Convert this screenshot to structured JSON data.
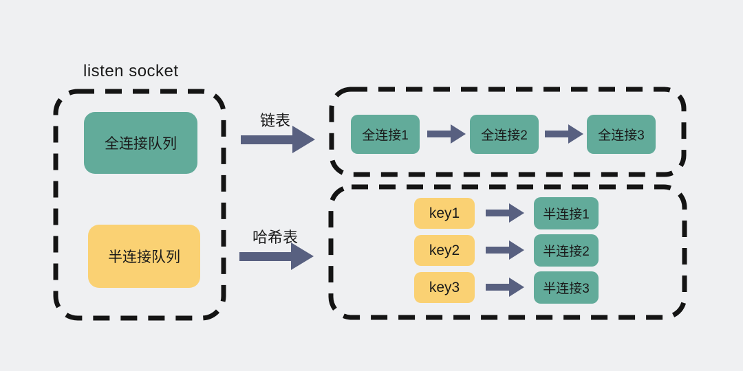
{
  "colors": {
    "background": "#EFF0F2",
    "green": "#62AB9A",
    "yellow": "#FAD173",
    "arrow": "#586080",
    "dash": "#141414",
    "text": "#1A1A1A"
  },
  "title": "listen socket",
  "listen_socket_box": {
    "full_queue": "全连接队列",
    "half_queue": "半连接队列"
  },
  "linked_list": {
    "arrow_label": "链表",
    "nodes": [
      "全连接1",
      "全连接2",
      "全连接3"
    ]
  },
  "hash_table": {
    "arrow_label": "哈希表",
    "rows": [
      {
        "key": "key1",
        "value": "半连接1"
      },
      {
        "key": "key2",
        "value": "半连接2"
      },
      {
        "key": "key3",
        "value": "半连接3"
      }
    ]
  }
}
